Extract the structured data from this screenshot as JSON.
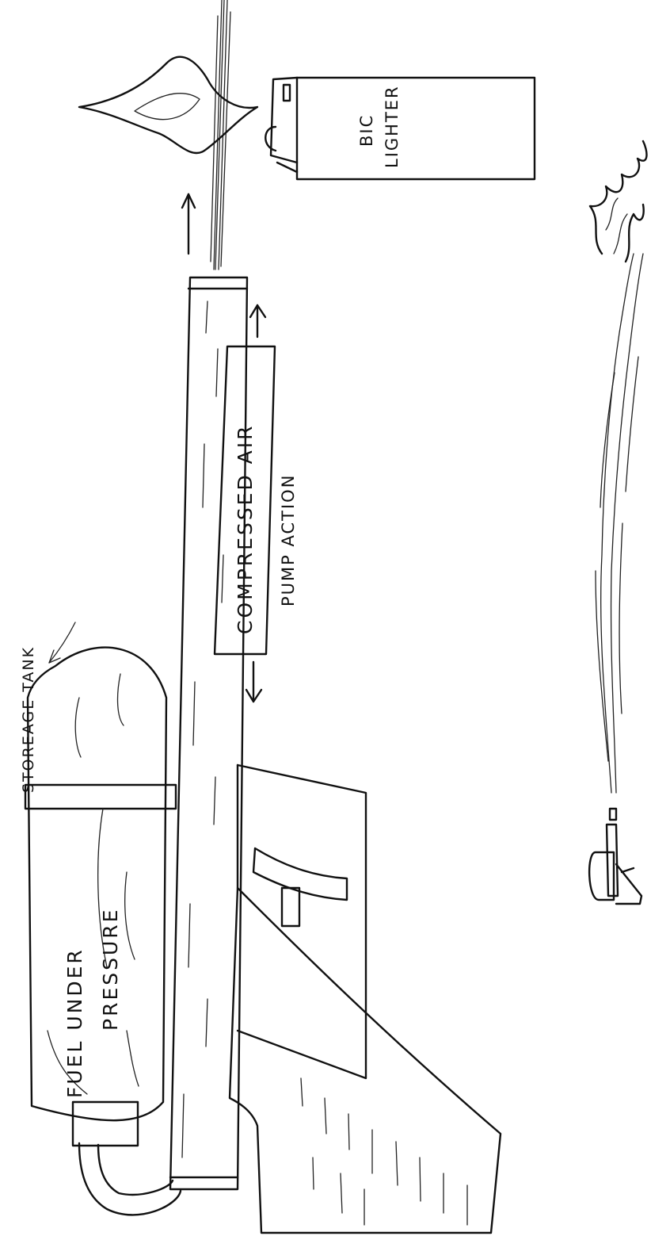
{
  "labels": {
    "storage_tank": "STOREAGE TANK",
    "fuel_line1": "FUEL UNDER",
    "fuel_line2": "PRESSURE",
    "pump_line1": "COMPRESSED AIR",
    "pump_line2": "PUMP ACTION",
    "lighter_line1": "BIC",
    "lighter_line2": "LIGHTER"
  },
  "colors": {
    "ink": "#111111",
    "paper": "#ffffff"
  }
}
